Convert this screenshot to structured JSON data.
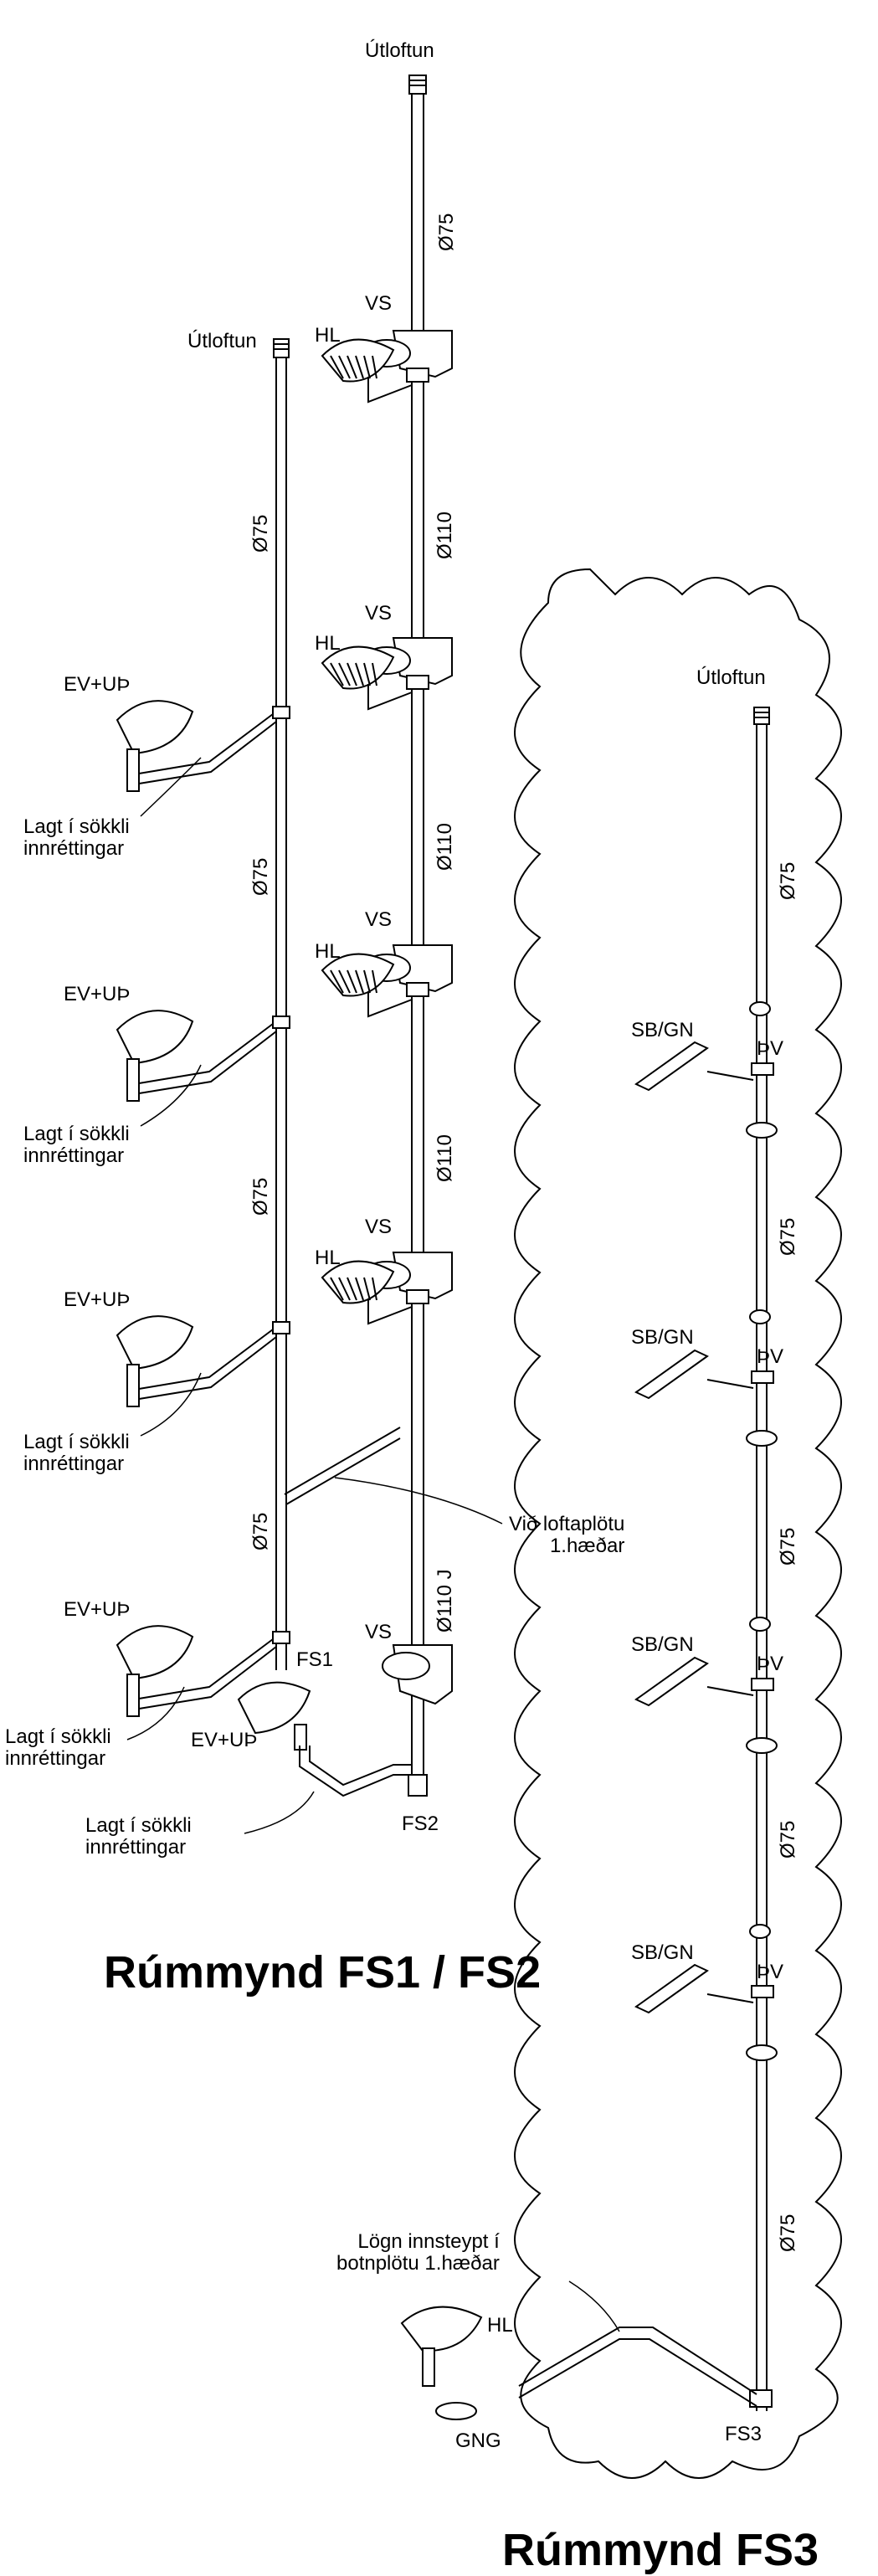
{
  "diagram": {
    "fs12": {
      "title": "Rúmmynd FS1 / FS2",
      "vent_left": "Útloftun",
      "vent_main": "Útloftun",
      "vent_pipe": "Ø75",
      "main_segments": [
        "Ø110",
        "Ø110",
        "Ø110",
        "Ø110 J"
      ],
      "left_segments": [
        "Ø75",
        "Ø75",
        "Ø75",
        "Ø75"
      ],
      "vs": "VS",
      "hl": "HL",
      "ev": "EV+UÞ",
      "socket_note": "Lagt í sökkli\ninnréttingar",
      "ceiling_note": "Við loftaplötu\n1.hæðar",
      "fs1": "FS1",
      "fs2": "FS2"
    },
    "fs3": {
      "title": "Rúmmynd FS3",
      "vent": "Útloftun",
      "segments": [
        "Ø75",
        "Ø75",
        "Ø75",
        "Ø75",
        "Ø75"
      ],
      "sb": "SB/GN",
      "pv": "ÞV",
      "hl": "HL",
      "gng": "GNG",
      "fs3": "FS3",
      "buried_note": "Lögn innsteypt í\nbotnplötu 1.hæðar"
    }
  }
}
